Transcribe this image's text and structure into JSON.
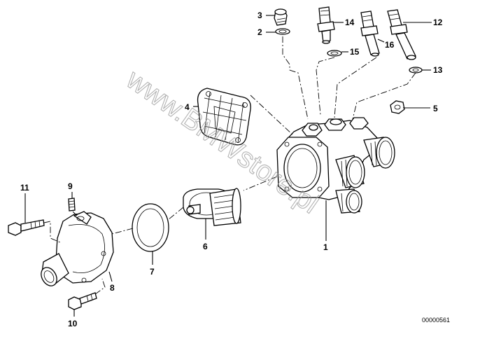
{
  "diagram": {
    "code": "00000561",
    "watermark": "www.BMWstore.pl",
    "callouts": {
      "c1": "1",
      "c2": "2",
      "c3": "3",
      "c4": "4",
      "c5": "5",
      "c6": "6",
      "c7": "7",
      "c8": "8",
      "c9": "9",
      "c10": "10",
      "c11": "11",
      "c12": "12",
      "c13": "13",
      "c14": "14",
      "c15": "15",
      "c16": "16"
    }
  },
  "colors": {
    "line": "#000000",
    "watermark": "#9a9a9a",
    "background": "#ffffff"
  },
  "icons": [
    "thermostat-housing",
    "thermostat",
    "housing-cover",
    "gasket",
    "sealing-ring",
    "temperature-sensor",
    "screw-plug",
    "bolt",
    "nut"
  ]
}
